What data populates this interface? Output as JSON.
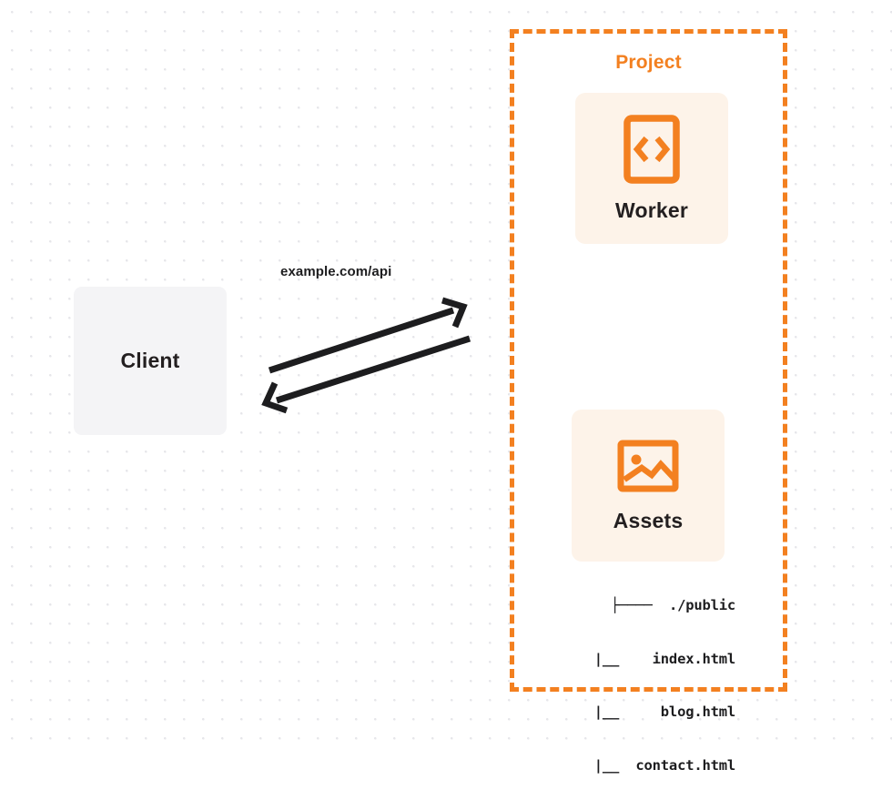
{
  "diagram": {
    "title": "Project",
    "background": {
      "style": "dotted-grid",
      "dot_color": "#e6e6ea",
      "page_color": "#ffffff"
    },
    "colors": {
      "accent_orange": "#f38020",
      "card_background": "#fdf3e9",
      "client_background": "#f4f4f6",
      "text_dark": "#231f20",
      "arrow_color": "#1d1d1f"
    },
    "client": {
      "label": "Client"
    },
    "connection": {
      "label": "example.com/api",
      "direction": "bidirectional",
      "outbound_arrow": "request-arrow-to-project",
      "inbound_arrow": "response-arrow-to-client"
    },
    "project": {
      "label": "Project",
      "border_style": "dashed",
      "services": [
        {
          "name": "Worker",
          "icon": "code-brackets-icon",
          "icon_description": "rounded rectangle containing less-than greater-than brackets"
        },
        {
          "name": "Assets",
          "icon": "image-picture-icon",
          "icon_description": "framed picture with sun and mountains"
        }
      ],
      "file_tree": [
        {
          "prefix": "├──",
          "name": "./public"
        },
        {
          "prefix": "|__",
          "name": "index.html"
        },
        {
          "prefix": "|__",
          "name": "blog.html"
        },
        {
          "prefix": "|__",
          "name": "contact.html"
        }
      ],
      "file_tree_lines": [
        "├────  ./public",
        "  |__    index.html",
        "  |__     blog.html",
        "  |__  contact.html"
      ]
    }
  }
}
